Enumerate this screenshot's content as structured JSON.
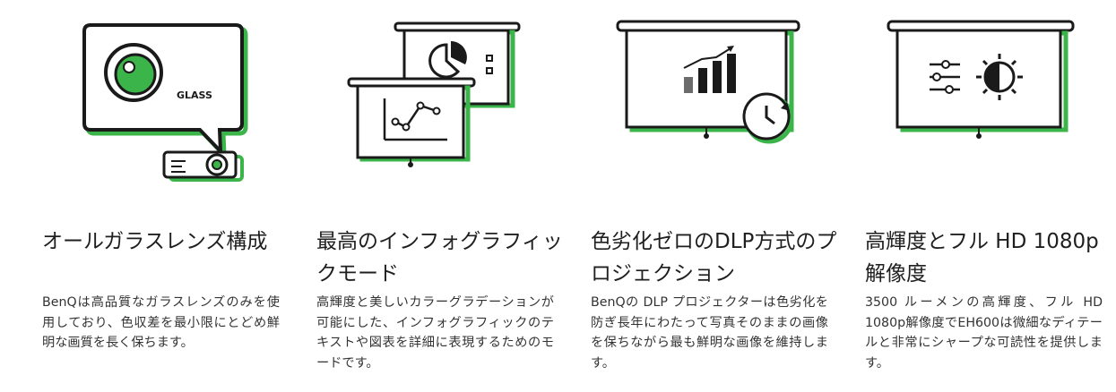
{
  "colors": {
    "accent": "#3bb54a",
    "stroke": "#1a1a1a",
    "text": "#222222"
  },
  "features": [
    {
      "icon": "glass-lens-projector-icon",
      "icon_label": "GLASS",
      "title": "オールガラスレンズ構成",
      "description": "BenQは高品質なガラスレンズのみを使用しており、色収差を最小限にとどめ鮮明な画質を長く保ちます。"
    },
    {
      "icon": "infographic-screens-icon",
      "title": "最高のインフォグラフィックモード",
      "description": "高輝度と美しいカラーグラデーションが可能にした、インフォグラフィックのテキストや図表を詳細に表現するためのモードです。"
    },
    {
      "icon": "dlp-screen-clock-icon",
      "title": "色劣化ゼロのDLP方式のプロジェクション",
      "description": "BenQの DLP プロジェクターは色劣化を防ぎ長年にわたって写真そのままの画像を保ちながら最も鮮明な画像を維持します。"
    },
    {
      "icon": "brightness-screen-icon",
      "title": "高輝度とフル HD 1080p 解像度",
      "description": "3500 ルーメンの高輝度、フル HD 1080p解像度でEH600は微細なディテールと非常にシャープな可読性を提供します。"
    }
  ]
}
